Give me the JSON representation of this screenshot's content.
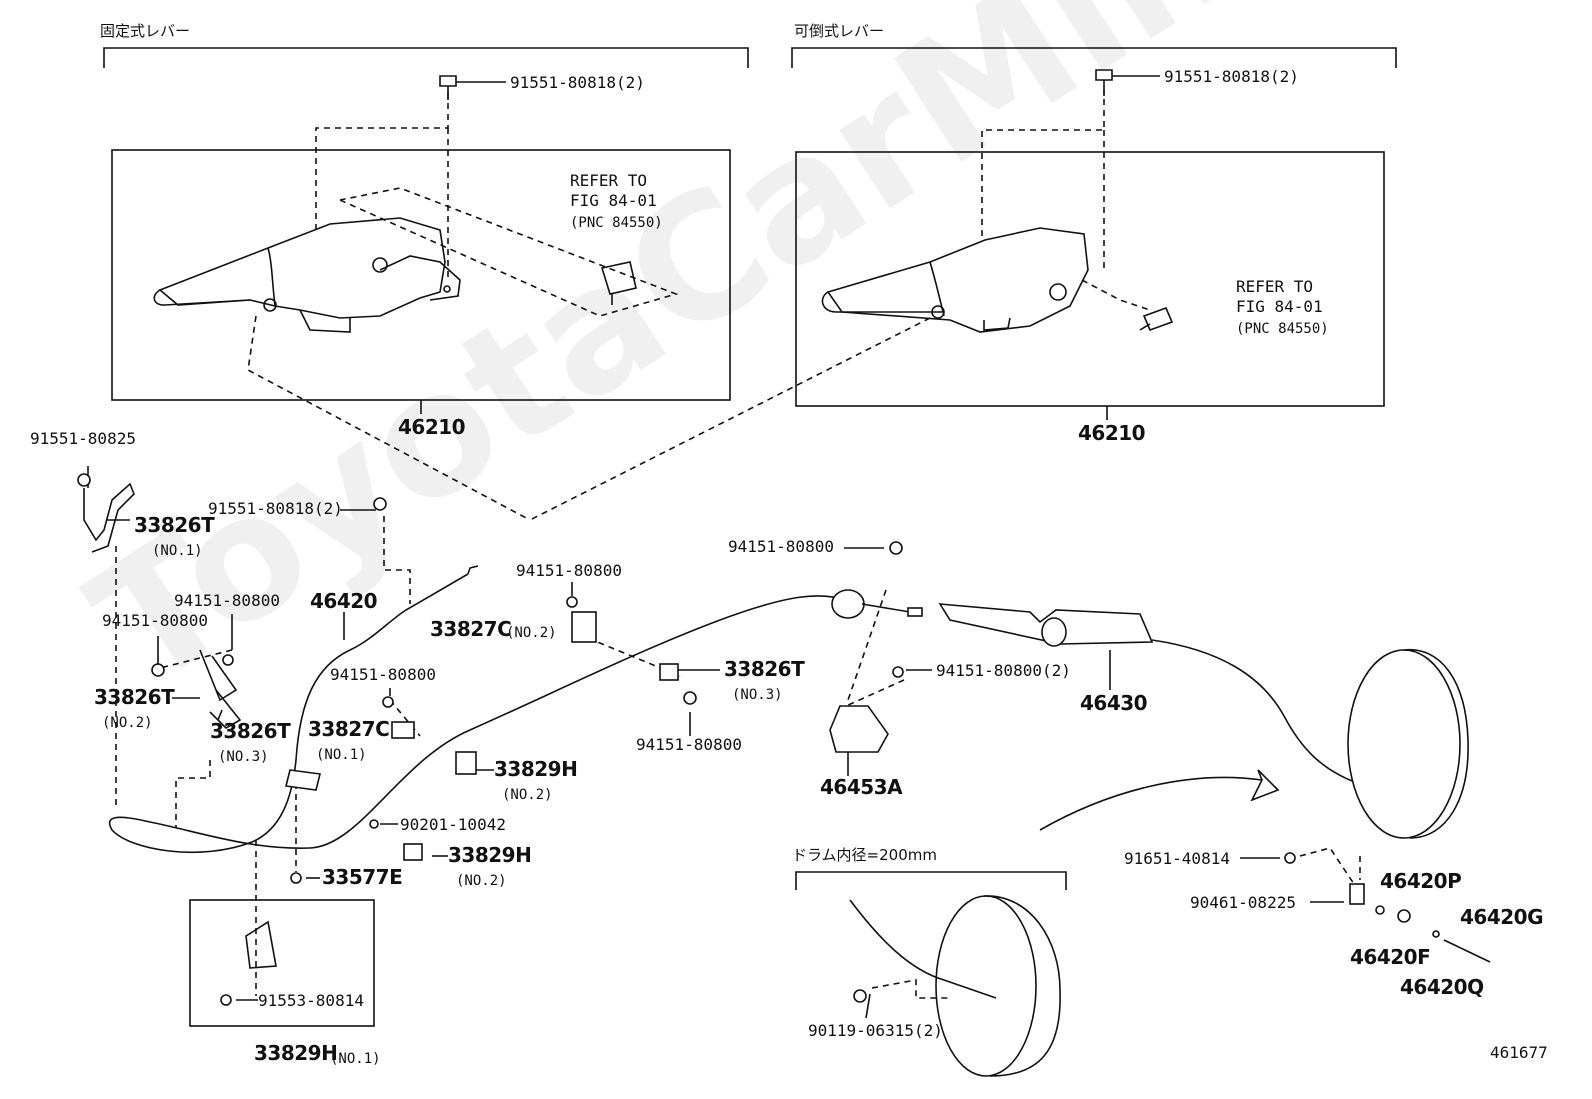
{
  "headers": {
    "left": "固定式レバー",
    "right": "可倒式レバー",
    "drum": "ドラム内径=200mm"
  },
  "refer_left": [
    "REFER TO",
    "FIG 84-01",
    "(PNC 84550)"
  ],
  "refer_right": [
    "REFER TO",
    "FIG 84-01",
    "(PNC 84550)"
  ],
  "watermark": "ToyotaCarMine.ru",
  "figure_number": "461677",
  "parts": {
    "p91551_80818_a": "91551-80818(2)",
    "p91551_80818_b": "91551-80818(2)",
    "p91551_80818_c": "91551-80818(2)",
    "p46210_a": "46210",
    "p46210_b": "46210",
    "p91551_80825": "91551-80825",
    "p33826T_1": "33826T",
    "p33826T_1_sub": "(NO.1)",
    "p46420": "46420",
    "p94151_a": "94151-80800",
    "p94151_b": "94151-80800",
    "p94151_c": "94151-80800",
    "p94151_d": "94151-80800",
    "p94151_e": "94151-80800",
    "p94151_f": "94151-80800",
    "p94151_g": "94151-80800(2)",
    "p33826T_2": "33826T",
    "p33826T_2_sub": "(NO.2)",
    "p33826T_3": "33826T",
    "p33826T_3_sub": "(NO.3)",
    "p33826T_3b": "33826T",
    "p33826T_3b_sub": "(NO.3)",
    "p33827C_2": "33827C",
    "p33827C_2_sub": "(NO.2)",
    "p33827C_1": "33827C",
    "p33827C_1_sub": "(NO.1)",
    "p33829H_2a": "33829H",
    "p33829H_2a_sub": "(NO.2)",
    "p33829H_2b": "33829H",
    "p33829H_2b_sub": "(NO.2)",
    "p90201": "90201-10042",
    "p33577E": "33577E",
    "p91553": "91553-80814",
    "p33829H_1": "33829H",
    "p33829H_1_sub": "(NO.1)",
    "p46430": "46430",
    "p46453A": "46453A",
    "p90119": "90119-06315(2)",
    "p91651": "91651-40814",
    "p90461": "90461-08225",
    "p46420P": "46420P",
    "p46420F": "46420F",
    "p46420Q": "46420Q",
    "p46420G": "46420G"
  }
}
